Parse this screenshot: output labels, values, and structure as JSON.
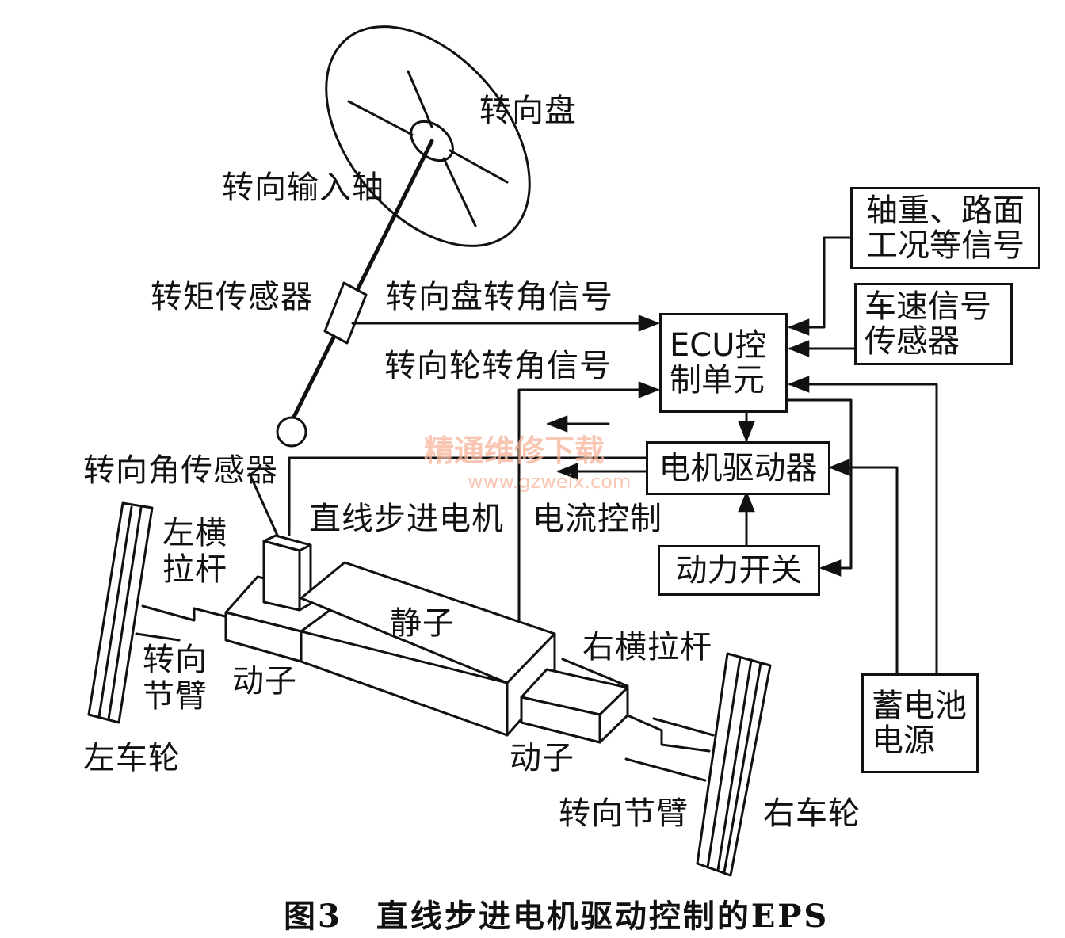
{
  "labels": {
    "steering_wheel": "转向盘",
    "input_shaft": "转向输入轴",
    "torque_sensor": "转矩传感器",
    "wheel_angle_signal": "转向盘转角信号",
    "road_angle_signal": "转向轮转角信号",
    "angle_sensor": "转向角传感器",
    "linear_motor": "直线步进电机",
    "current_control": "电流控制",
    "left_tie_rod": "左横\n拉杆",
    "left_knuckle": "转向\n节臂",
    "left_mover": "动子",
    "left_wheel": "左车轮",
    "stator": "静子",
    "right_tie_rod": "右横拉杆",
    "right_mover": "动子",
    "right_knuckle": "转向节臂",
    "right_wheel": "右车轮"
  },
  "boxes": {
    "axle_road": "轴重、路面\n工况等信号",
    "speed_sensor": "车速信号\n传感器",
    "ecu": "ECU控\n制单元",
    "motor_driver": "电机驱动器",
    "power_switch": "动力开关",
    "battery": "蓄电池\n电源"
  },
  "watermark": {
    "cn": "精通维修下载",
    "url": "www.gzweix.com"
  },
  "caption": "图3　直线步进电机驱动控制的EPS",
  "colors": {
    "ink": "#111111",
    "watermark": "#f6b49a",
    "background": "#ffffff"
  }
}
